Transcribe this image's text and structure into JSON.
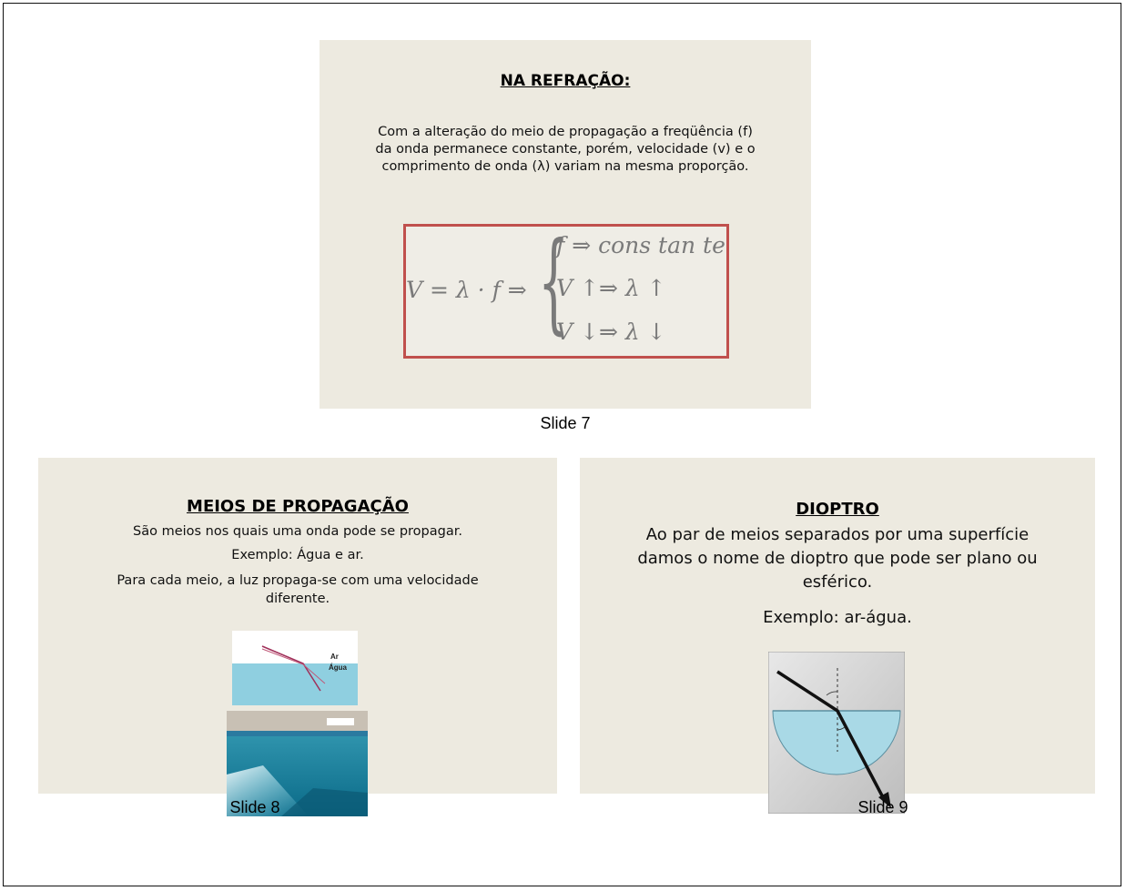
{
  "slides": [
    {
      "caption": "Slide 7",
      "title": "NA REFRAÇÃO:",
      "paragraph": "Com a alteração do meio de propagação a freqüência (f) da onda permanece constante, porém, velocidade (v) e o comprimento de onda (λ)  variam na mesma proporção.",
      "formula": {
        "left": "V = λ · f ⇒",
        "lines": [
          "f ⇒ cons tan te",
          "V ↑⇒ λ ↑",
          "V ↓⇒ λ ↓"
        ]
      }
    },
    {
      "caption": "Slide 8",
      "title": "MEIOS DE PROPAGAÇÃO",
      "lines": [
        "São meios nos quais uma onda pode se propagar.",
        "Exemplo: Água e ar.",
        "Para cada meio, a luz  propaga-se com uma velocidade diferente."
      ],
      "diagram_labels": [
        "Ar",
        "Água"
      ]
    },
    {
      "caption": "Slide 9",
      "title": "DIOPTRO",
      "paragraph": "Ao par de meios separados por uma superfície damos o nome de dioptro que pode ser plano ou esférico.",
      "example": "Exemplo: ar-água."
    }
  ],
  "colors": {
    "slide_bg": "#edeae0",
    "formula_border": "#c0504d",
    "water": "#8fcfe0"
  }
}
